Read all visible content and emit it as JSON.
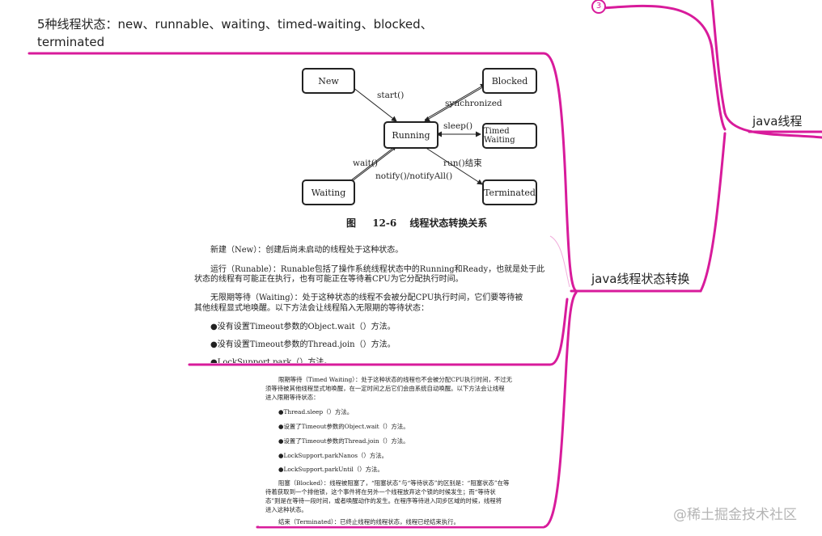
{
  "mindmap": {
    "root_topic": "java线程",
    "sub_topic": "java线程状态转换",
    "badge_count": "3",
    "note_line1": "5种线程状态：new、runnable、waiting、timed-waiting、blocked、",
    "note_line2": "terminated",
    "branch_color": "#d81b9b"
  },
  "diagram": {
    "states": {
      "new": "New",
      "blocked": "Blocked",
      "running": "Running",
      "timed_waiting": "Timed Waiting",
      "waiting": "Waiting",
      "terminated": "Terminated"
    },
    "edges": {
      "start": "start()",
      "synchronized": "synchronized",
      "sleep": "sleep()",
      "wait": "wait()",
      "notify": "notify()/notifyAll()",
      "run_end": "run()结束"
    },
    "caption_prefix": "图",
    "caption_number": "12-6",
    "caption_text": "线程状态转换关系"
  },
  "doc1": {
    "lines": [
      "新建（New）：创建后尚未启动的线程处于这种状态。",
      "运行（Runable）：Runable包括了操作系统线程状态中的Running和Ready，也就是处于此",
      "状态的线程有可能正在执行，也有可能正在等待着CPU为它分配执行时间。",
      "无限期等待（Waiting）：处于这种状态的线程不会被分配CPU执行时间，它们要等待被",
      "其他线程显式地唤醒。以下方法会让线程陷入无限期的等待状态：",
      "●没有设置Timeout参数的Object.wait（）方法。",
      "●没有设置Timeout参数的Thread.join（）方法。",
      "●LockSupport.park（）方法。"
    ]
  },
  "doc2": {
    "lines": [
      "限期等待（Timed  Waiting）：处于这种状态的线程也不会被分配CPU执行时间，不过无",
      "须等待被其他线程显式地唤醒，在一定时间之后它们会由系统自动唤醒。以下方法会让线程",
      "进入限期等待状态：",
      "●Thread.sleep（）方法。",
      "●设置了Timeout参数的Object.wait（）方法。",
      "●设置了Timeout参数的Thread.join（）方法。",
      "●LockSupport.parkNanos（）方法。",
      "●LockSupport.parkUntil（）方法。",
      "阻塞（Blocked）：线程被阻塞了，“阻塞状态”与“等待状态”的区别是：“阻塞状态”在等",
      "待着获取到一个排他锁，这个事件将在另外一个线程放弃这个锁的时候发生；而“等待状",
      "态”则是在等待一段时间，或者唤醒动作的发生。在程序等待进入同步区域的时候，线程将",
      "进入这种状态。",
      "结束（Terminated）：已终止线程的线程状态，线程已经结束执行。"
    ]
  },
  "watermark": "@稀土掘金技术社区"
}
